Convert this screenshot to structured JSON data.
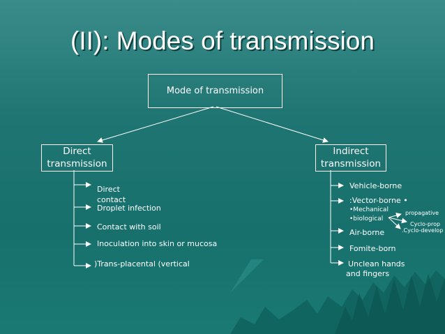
{
  "slide": {
    "title": "(II): Modes of transmission"
  },
  "diagram": {
    "root": "Mode of transmission",
    "direct": {
      "label_line1": "Direct",
      "label_line2": "transmission",
      "items": [
        "Direct",
        "contact",
        "Droplet infection",
        "Contact with soil",
        "Inoculation into skin or mucosa",
        ")Trans-placental (vertical"
      ]
    },
    "indirect": {
      "label_line1": "Indirect",
      "label_line2": "transmission",
      "items": [
        "Vehicle-borne",
        ":Vector-borne •",
        "•Mechanical",
        "•biological",
        "propagative",
        "Cyclo-prop",
        ".Cyclo-develop",
        "Air-borne",
        "Fomite-born",
        "Unclean hands",
        "and fingers"
      ]
    }
  },
  "colors": {
    "text": "#ffffff",
    "line": "#ffffff",
    "background": "#1f7572"
  }
}
